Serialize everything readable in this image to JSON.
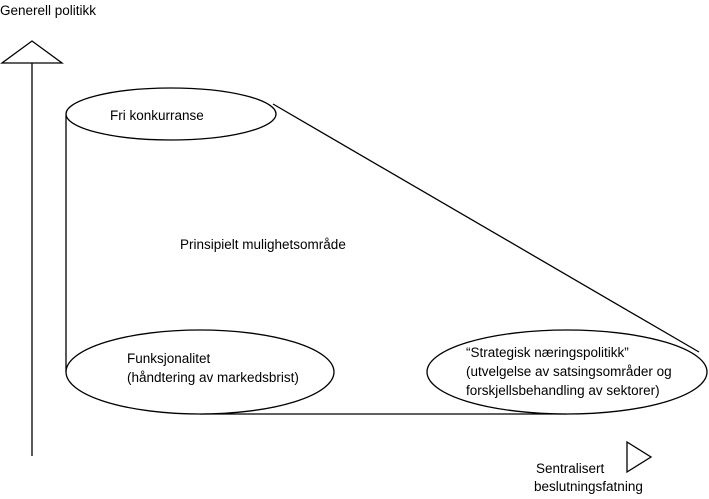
{
  "axes": {
    "vertical_label": "Generell politikk",
    "horizontal_label_line1": "Sentralisert",
    "horizontal_label_line2": "beslutningsfatning"
  },
  "region": {
    "label": "Prinsipielt mulighetsområde"
  },
  "nodes": {
    "top": {
      "line1": "Fri konkurranse"
    },
    "bottom_left": {
      "line1": "Funksjonalitet",
      "line2": "(håndtering av markedsbrist)"
    },
    "bottom_right": {
      "line1": "“Strategisk næringspolitikk”",
      "line2": "(utvelgelse av satsingsområder og",
      "line3": "forskjellsbehandling av sektorer)"
    }
  }
}
